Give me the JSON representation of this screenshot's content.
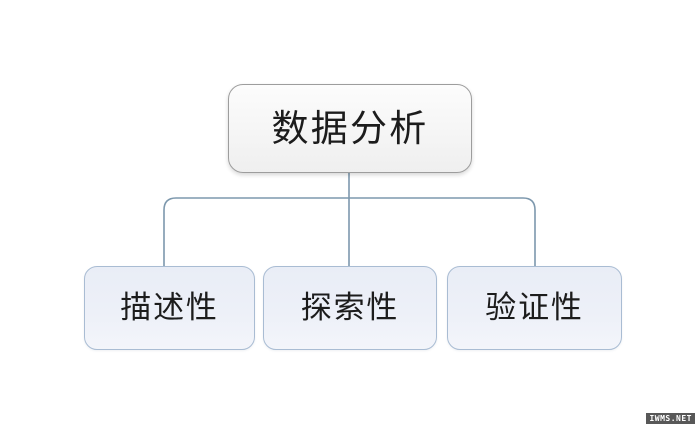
{
  "diagram": {
    "type": "hierarchy-tree",
    "background_color": "#ffffff",
    "root": {
      "label": "数据分析",
      "fill_color": "#f4f4f4",
      "border_color": "#9d9d9d",
      "text_color": "#1c1c1c"
    },
    "children": [
      {
        "label": "描述性",
        "fill_color": "#eaeef7",
        "border_color": "#a9bcd3",
        "text_color": "#1c1c1c"
      },
      {
        "label": "探索性",
        "fill_color": "#eaeef7",
        "border_color": "#a9bcd3",
        "text_color": "#1c1c1c"
      },
      {
        "label": "验证性",
        "fill_color": "#eaeef7",
        "border_color": "#a9bcd3",
        "text_color": "#1c1c1c"
      }
    ],
    "connector_color": "#7d98ad"
  },
  "watermark": {
    "text": "IWMS.NET"
  }
}
